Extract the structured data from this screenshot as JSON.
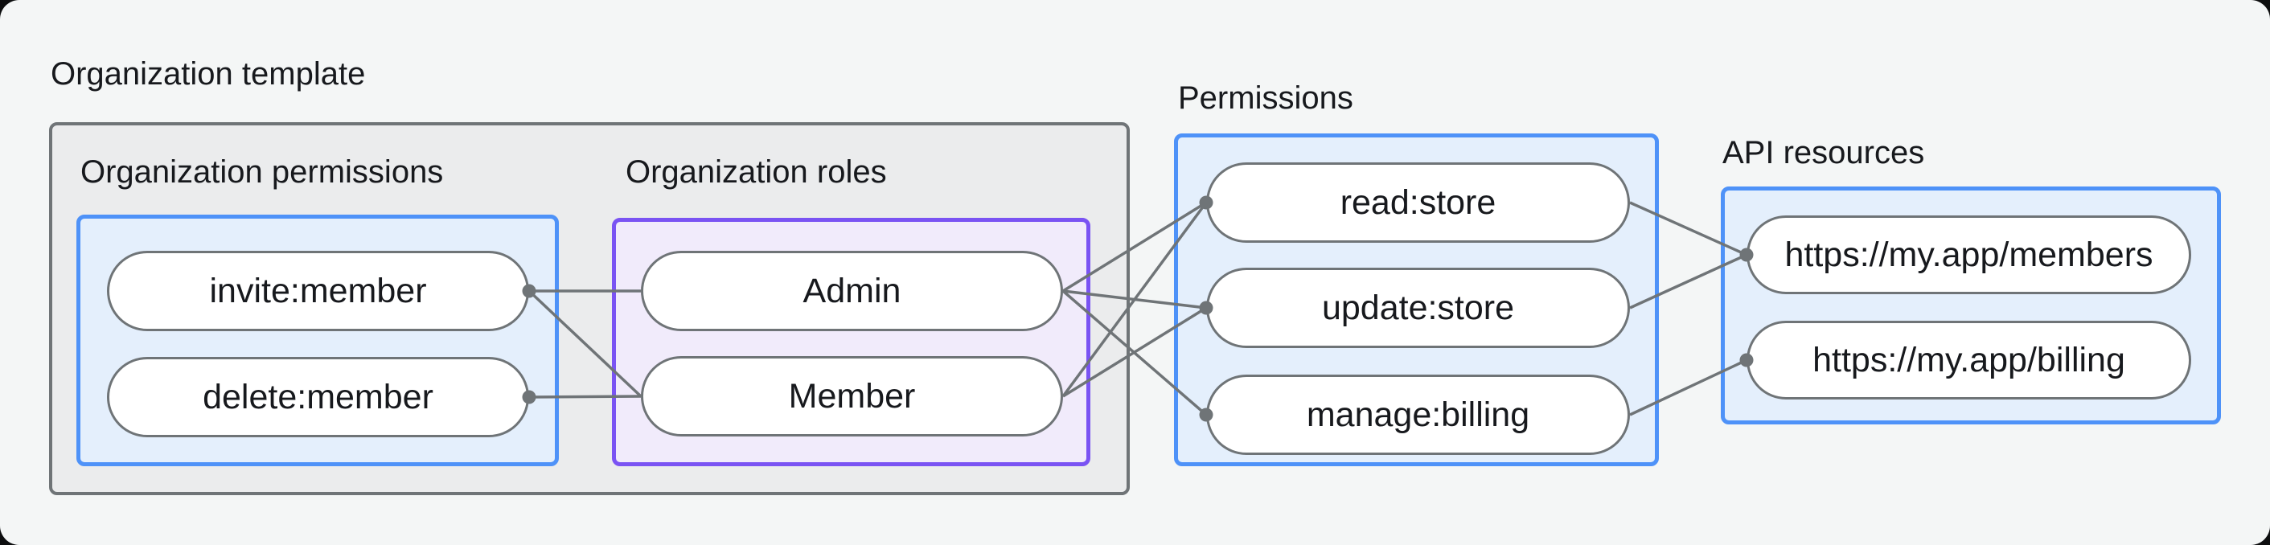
{
  "page": {
    "background": "#f4f6f6",
    "outside_corner_color": "#0d0e0f"
  },
  "colors": {
    "connector_line": "#6f7477",
    "connector_dot": "#6f7477",
    "gray_box_fill": "#ebeced",
    "gray_box_border": "#6f7477",
    "blue_box_fill": "#e4effc",
    "blue_box_border": "#4e92f8",
    "purple_box_fill": "#f1ebfb",
    "purple_box_border": "#7a53f3",
    "node_fill": "#ffffff",
    "node_border": "#6f7477",
    "text": "#17191d"
  },
  "groups": {
    "org_template": {
      "label": "Organization template"
    },
    "org_permissions": {
      "label": "Organization permissions",
      "nodes": [
        "invite:member",
        "delete:member"
      ]
    },
    "org_roles": {
      "label": "Organization roles",
      "nodes": [
        "Admin",
        "Member"
      ]
    },
    "permissions": {
      "label": "Permissions",
      "nodes": [
        "read:store",
        "update:store",
        "manage:billing"
      ]
    },
    "api_resources": {
      "label": "API resources",
      "nodes": [
        "https://my.app/members",
        "https://my.app/billing"
      ]
    }
  },
  "edges": [
    {
      "from": "invite:member",
      "to": "Admin"
    },
    {
      "from": "invite:member",
      "to": "Member"
    },
    {
      "from": "delete:member",
      "to": "Member"
    },
    {
      "from": "Admin",
      "to": "read:store"
    },
    {
      "from": "Admin",
      "to": "update:store"
    },
    {
      "from": "Admin",
      "to": "manage:billing"
    },
    {
      "from": "Member",
      "to": "read:store"
    },
    {
      "from": "Member",
      "to": "update:store"
    },
    {
      "from": "read:store",
      "to": "https://my.app/members"
    },
    {
      "from": "update:store",
      "to": "https://my.app/members"
    },
    {
      "from": "manage:billing",
      "to": "https://my.app/billing"
    }
  ]
}
